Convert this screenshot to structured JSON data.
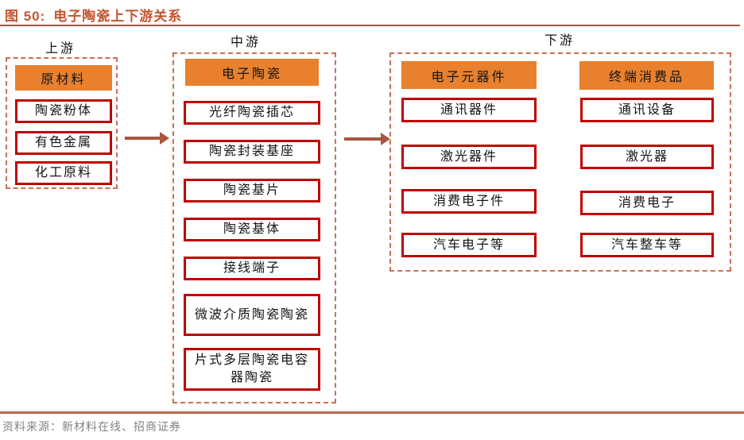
{
  "title": {
    "figure_label": "图 50:",
    "text": "电子陶瓷上下游关系"
  },
  "source": {
    "text": "资料来源：新材料在线、招商证券"
  },
  "colors": {
    "title": "#C3552F",
    "title_rule": "#A5513F",
    "header_fill": "#E8802D",
    "item_border": "#C00000",
    "panel_dash": "#C8705A",
    "arrow": "#A8563F",
    "bottom_rule": "#BE6647",
    "source_text": "#828282"
  },
  "sections": {
    "upstream": {
      "label": "上游",
      "header": "原材料",
      "items": [
        "陶瓷粉体",
        "有色金属",
        "化工原料"
      ]
    },
    "midstream": {
      "label": "中游",
      "header": "电子陶瓷",
      "items": [
        "光纤陶瓷插芯",
        "陶瓷封装基座",
        "陶瓷基片",
        "陶瓷基体",
        "接线端子",
        "微波介质陶瓷陶瓷",
        "片式多层陶瓷电容器陶瓷"
      ]
    },
    "downstream": {
      "label": "下游",
      "columns": [
        {
          "header": "电子元器件",
          "items": [
            "通讯器件",
            "激光器件",
            "消费电子件",
            "汽车电子等"
          ]
        },
        {
          "header": "终端消费品",
          "items": [
            "通讯设备",
            "激光器",
            "消费电子",
            "汽车整车等"
          ]
        }
      ]
    }
  }
}
